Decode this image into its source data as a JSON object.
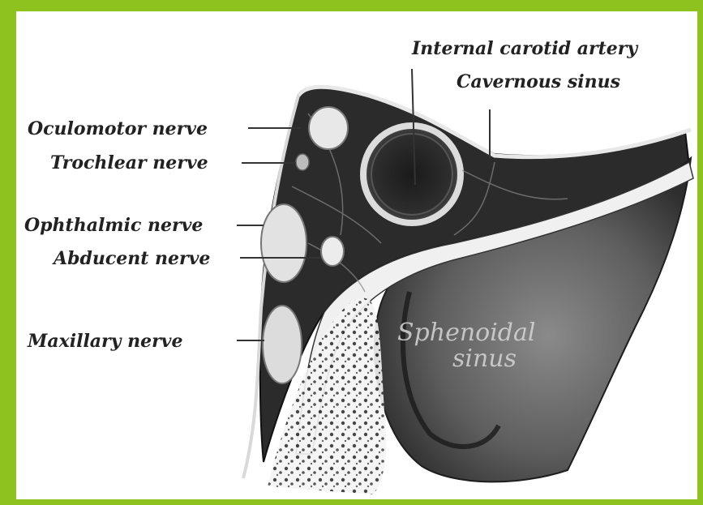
{
  "labels": {
    "internal_carotid_artery": "Internal carotid artery",
    "cavernous_sinus": "Cavernous sinus",
    "oculomotor_nerve": "Oculomotor nerve",
    "trochlear_nerve": "Trochlear nerve",
    "ophthalmic_nerve": "Ophthalmic nerve",
    "abducent_nerve": "Abducent nerve",
    "maxillary_nerve": "Maxillary nerve",
    "sphenoidal_sinus_line1": "Sphenoidal",
    "sphenoidal_sinus_line2": "sinus"
  },
  "colors": {
    "frame": "#8dc21f",
    "tissue_dark": "#2a2a2a",
    "sinus_gray": "#6e6e6e",
    "nerve_light": "#e6e6e6"
  }
}
